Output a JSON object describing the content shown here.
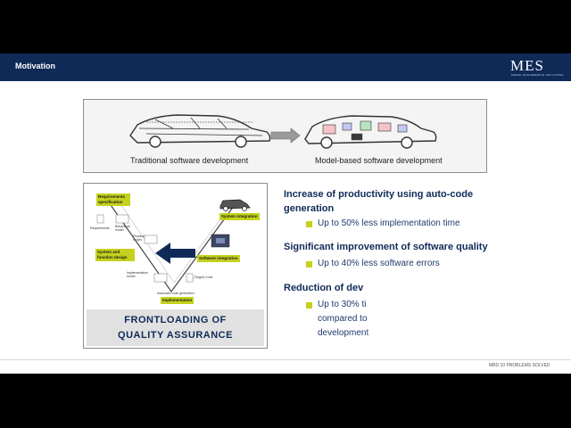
{
  "header": {
    "title": "Motivation",
    "logo": "MES",
    "logo_sub": "MODEL ENGINEERING SOLUTIONS"
  },
  "comparison": {
    "left_caption": "Traditional software development",
    "right_caption": "Model-based software development"
  },
  "vmodel": {
    "requirements_spec": "Requirements specification",
    "requirements": "Requirements",
    "behavioral_model": "Behavioral model",
    "physical_model": "Physical model",
    "system_function_design": "System and function design",
    "implementation_model": "Implementation model",
    "target_code": "(Target) Code",
    "auto_codegen": "Automatic code generation",
    "implementation": "Implementation",
    "system_integration": "System integration",
    "software_integration": "Software integration",
    "frontloading_line1": "FRONTLOADING OF",
    "frontloading_line2": "QUALITY ASSURANCE"
  },
  "benefits": [
    {
      "heading": "Increase of productivity using auto-code generation",
      "bullets": [
        "Up to 50% less implementation time"
      ]
    },
    {
      "heading": "Significant improvement of software quality",
      "bullets": [
        "Up to 40% less software errors"
      ]
    },
    {
      "heading": "Reduction of dev",
      "bullets": [
        "Up to 30% ti",
        "compared to",
        "development"
      ]
    }
  ],
  "footer": {
    "text": "MBD 10 PROBLEMS SOLVED"
  },
  "colors": {
    "navy": "#0f2a57",
    "accent_green": "#c4d21d"
  }
}
